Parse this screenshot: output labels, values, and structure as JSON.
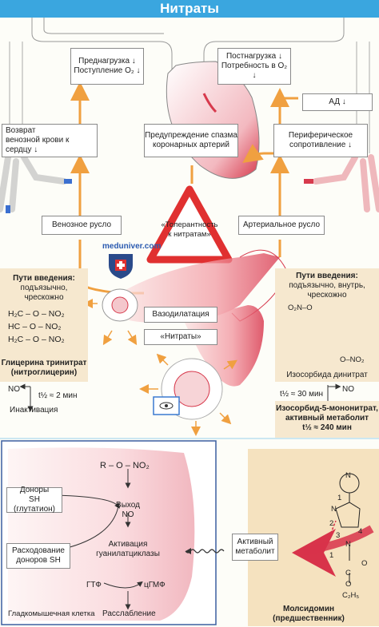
{
  "title": "Нитраты",
  "top": {
    "preload": [
      "Преднагрузка ↓",
      "Поступление O₂ ↓"
    ],
    "afterload": [
      "Постнагрузка ↓",
      "Потребность в O₂ ↓"
    ],
    "bp": "АД ↓",
    "venous_return": [
      "Возврат",
      "венозной крови к сердцу ↓"
    ],
    "coronary": [
      "Предупреждение спазма",
      "коронарных артерий"
    ],
    "peripheral": [
      "Периферическое",
      "сопротивление ↓"
    ],
    "venous_bed": "Венозное русло",
    "arterial_bed": "Артериальное русло",
    "tolerance": [
      "«Толерантность",
      "к нитратам»"
    ],
    "watermark": "meduniver.com",
    "vasodilation": "Вазодилатация",
    "nitrates": "«Нитраты»"
  },
  "left_panel": {
    "routes": [
      "Пути введения:",
      "подъязычно, чрескожно"
    ],
    "formula": [
      "H₂C – O – NO₂",
      "HC – O – NO₂",
      "H₂C – O – NO₂"
    ],
    "name": [
      "Глицерина тринитрат",
      "(нитроглицерин)"
    ],
    "no": "NO",
    "halflife": "t½ ≈ 2 мин",
    "inactivation": "Инактивация"
  },
  "right_panel": {
    "routes": [
      "Пути введения:",
      "подъязычно, внутрь,",
      "чрескожно"
    ],
    "o2no": "O₂N–O",
    "ono2": "O–NO₂",
    "name": "Изосорбида динитрат",
    "halflife": "t½ ≈ 30 мин",
    "no": "NO",
    "metabolite": [
      "Изосорбид-5-мононитрат,",
      "активный метаболит",
      "t½ ≈ 240 мин"
    ]
  },
  "bottom_left": {
    "formula": "R – O – NO₂",
    "release": [
      "Выход",
      "NO"
    ],
    "activation": [
      "Активация",
      "гуанилатциклазы"
    ],
    "gtp": "ГТФ",
    "cgmp": "цГМФ",
    "relaxation": "Расслабление",
    "sh_donors": [
      "Доноры",
      "SH (глутатион)"
    ],
    "sh_consumption": [
      "Расходование",
      "доноров SH"
    ],
    "cell": "Гладкомышечная клетка"
  },
  "bottom_right": {
    "active": [
      "Активный",
      "метаболит"
    ],
    "molsidomine": [
      "Молсидомин",
      "(предшественник)"
    ],
    "ring_labels": [
      "N",
      "N",
      "N",
      "O",
      "C",
      "O",
      "C₂H₅"
    ],
    "numbers": [
      "1",
      "2",
      "3",
      "4",
      "1"
    ]
  },
  "colors": {
    "title_bg": "#3aa6df",
    "arrow_orange": "#f0a040",
    "panel_beige": "#f6e8cf",
    "vessel_red": "#e04858",
    "warning_red": "#e03030"
  }
}
